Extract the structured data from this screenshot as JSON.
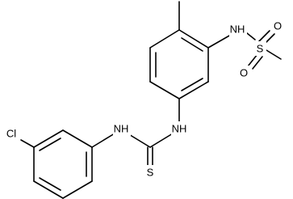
{
  "molecule": {
    "atoms": {
      "s_methyl": "S",
      "o_upper": "O",
      "o_lower": "O",
      "nh_sulfonamide": "NH",
      "nh_thiourea_right": "NH",
      "nh_thiourea_left": "NH",
      "s_thione": "S",
      "cl": "Cl"
    },
    "colors": {
      "bond": "#000000",
      "label": "#000000",
      "background": "#ffffff"
    }
  }
}
